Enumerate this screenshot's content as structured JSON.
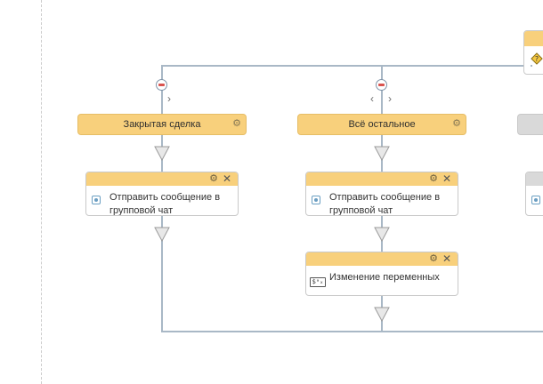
{
  "workflow": {
    "branches": [
      {
        "header": "Закрытая сделка",
        "actions": [
          {
            "label": "Отправить сообщение в групповой чат"
          }
        ]
      },
      {
        "header": "Всё остальное",
        "actions": [
          {
            "label": "Отправить сообщение в групповой чат"
          },
          {
            "label": "Изменение переменных"
          }
        ]
      },
      {
        "header": "",
        "actions": []
      }
    ],
    "icons": {
      "gear": "⚙",
      "close": "✕",
      "chevron_left": "‹",
      "chevron_right": "›",
      "variables": "$ᵃₓ"
    },
    "colors": {
      "header": "#f8d07c",
      "connector": "#a9b8c6",
      "inactive": "#d9d9d9",
      "remove": "#d9534f"
    }
  }
}
